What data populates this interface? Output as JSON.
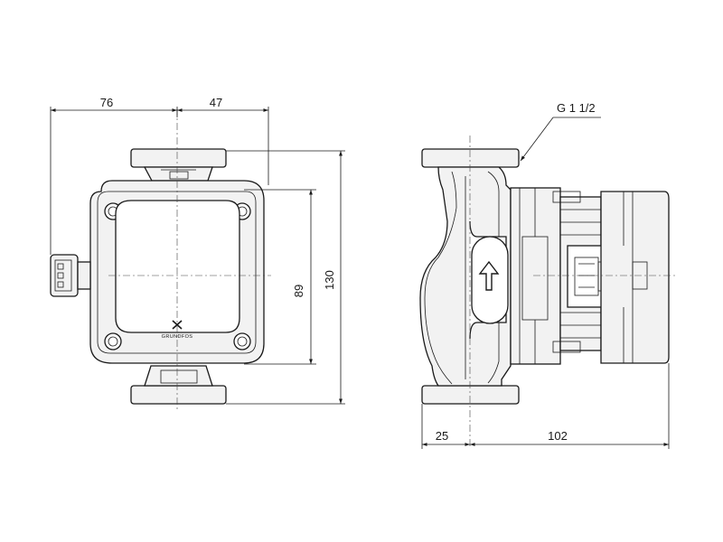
{
  "dimensions": {
    "front_left_width": "76",
    "front_right_width": "47",
    "front_height_inner": "89",
    "front_height_total": "130",
    "side_left_width": "25",
    "side_right_width": "102"
  },
  "thread_callout": "G 1 1/2",
  "brand_mark": "GRUNDFOS",
  "icons": {
    "flow_direction": "up-arrow-icon",
    "logo": "grundfos-x-logo-icon"
  }
}
